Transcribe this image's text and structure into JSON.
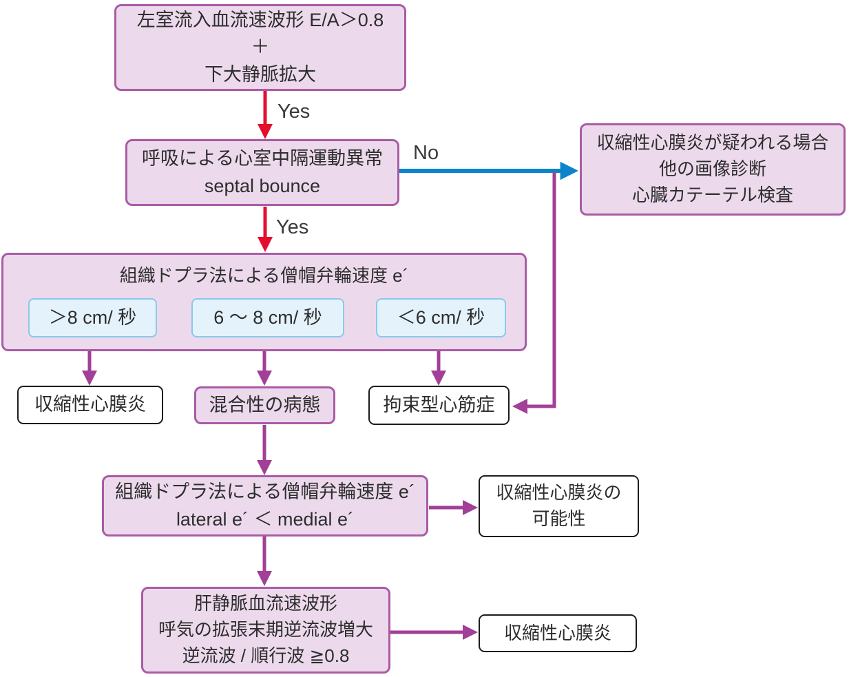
{
  "labels": {
    "yes1": "Yes",
    "yes2": "Yes",
    "no": "No"
  },
  "boxes": {
    "lv_inflow": {
      "line1": "左室流入血流速波形 E/A＞0.8",
      "line2": "＋",
      "line3": "下大静脈拡大"
    },
    "septal": {
      "line1": "呼吸による心室中隔運動異常",
      "line2": "septal bounce"
    },
    "suspect": {
      "line1": "収縮性心膜炎が疑われる場合",
      "line2": "他の画像診断",
      "line3": "心臓カテーテル検査"
    },
    "tdi": {
      "title": "組織ドプラ法による僧帽弁輪速度 e´",
      "opt_gt8": "＞8 cm/ 秒",
      "opt_mid": "6 ～ 8 cm/ 秒",
      "opt_lt6": "＜6 cm/ 秒"
    },
    "cp1": {
      "label": "収縮性心膜炎"
    },
    "mixed": {
      "label": "混合性の病態"
    },
    "rcm": {
      "label": "拘束型心筋症"
    },
    "tdi2": {
      "line1": "組織ドプラ法による僧帽弁輪速度 e´",
      "line2": "lateral e´ ＜ medial e´"
    },
    "cp_possible": {
      "line1": "収縮性心膜炎の",
      "line2": "可能性"
    },
    "hepatic": {
      "line1": "肝静脈血流速波形",
      "line2": "呼気の拡張末期逆流波増大",
      "line3": "逆流波 / 順行波 ≧0.8"
    },
    "cp2": {
      "label": "収縮性心膜炎"
    }
  },
  "colors": {
    "pink_fill": "#ecdaec",
    "pink_border": "#aa5ba4",
    "blue_option_fill": "#e4f2fc",
    "blue_option_border": "#8ac8eb",
    "white_box_border": "#1c1c1c",
    "arrow_red": "#e50d2d",
    "arrow_blue": "#0c83ca",
    "arrow_purple": "#a23f97",
    "text": "#2d2d2d"
  }
}
